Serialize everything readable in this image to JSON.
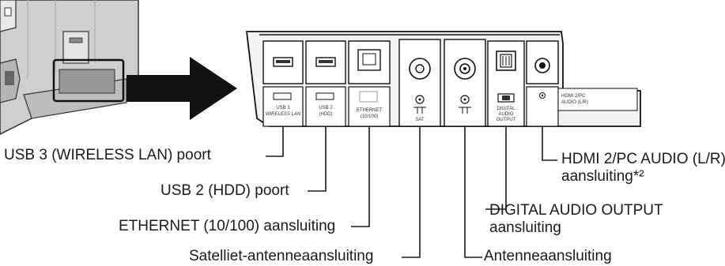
{
  "panel_labels": {
    "usb3": [
      "USB 3",
      "WIRELESS LAN"
    ],
    "usb2": [
      "USB 2",
      "(HDD)"
    ],
    "ethernet": [
      "ETHERNET",
      "(10/100)"
    ],
    "sat": "SAT",
    "digital_audio": [
      "DIGITAL",
      "AUDIO",
      "OUTPUT"
    ],
    "hdmi_pc_audio": [
      "HDMI 2/PC",
      "AUDIO (L/R)"
    ]
  },
  "callouts": {
    "usb3": "USB 3 (WIRELESS LAN) poort",
    "usb2": "USB 2 (HDD) poort",
    "ethernet": "ETHERNET (10/100) aansluiting",
    "satellite": "Satelliet-antenneaansluiting",
    "antenna": "Antenneaansluiting",
    "digital_audio": [
      "DIGITAL AUDIO OUTPUT",
      "aansluiting"
    ],
    "hdmi_pc_audio": [
      "HDMI 2/PC AUDIO (L/R)",
      "aansluiting*²"
    ]
  },
  "colors": {
    "line": "#1a1a1a",
    "tv_body": "#d9d9d9",
    "panel_fill": "#f0f0f0",
    "arrow": "#111111"
  }
}
